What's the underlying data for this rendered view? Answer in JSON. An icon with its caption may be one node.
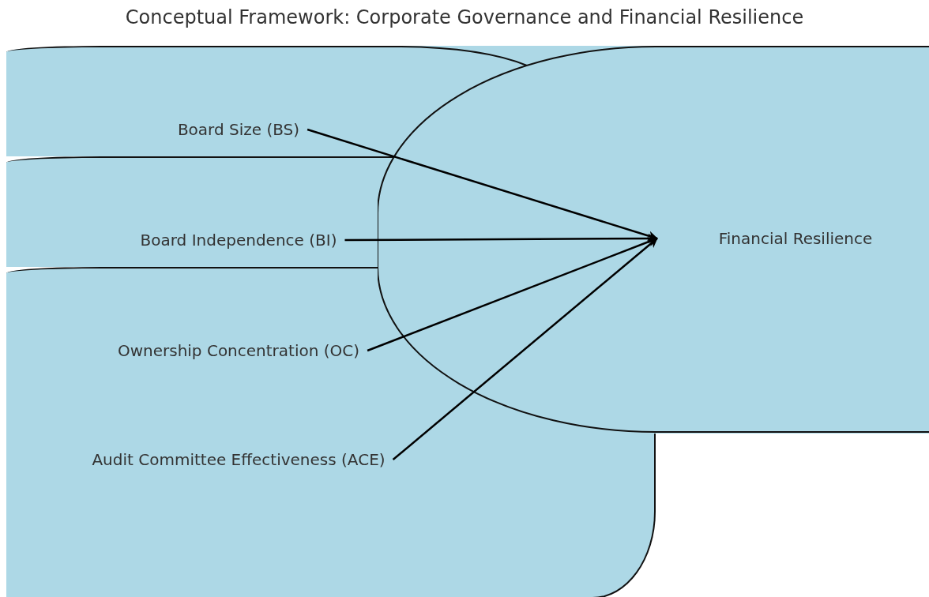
{
  "diagram": {
    "title": "Conceptual Framework: Corporate Governance and Financial Resilience",
    "nodes": [
      {
        "text": [
          "Board Size (BS)"
        ]
      },
      {
        "text": [
          "Board Independence (BI)"
        ]
      },
      {
        "text": [
          "Ownership Concentration (OC)"
        ]
      },
      {
        "text": [
          "Audit Committee Effectiveness (ACE)"
        ]
      },
      {
        "text": [
          "Financial Resilience"
        ]
      }
    ],
    "edges": [
      {
        "from": 0,
        "to": 4,
        "arrow": "to"
      },
      {
        "from": 1,
        "to": 4,
        "arrow": "to"
      },
      {
        "from": 2,
        "to": 4,
        "arrow": "to"
      },
      {
        "from": 3,
        "to": 4,
        "arrow": "to"
      }
    ]
  }
}
